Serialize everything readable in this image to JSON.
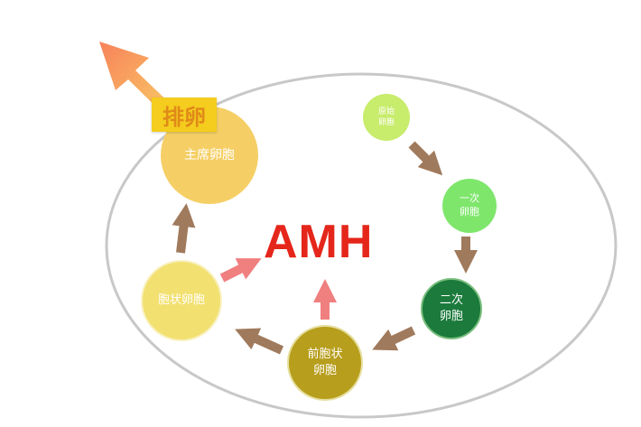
{
  "title": "AMH",
  "ovulation_label": "排卵",
  "stages": [
    {
      "label": "原始\n卵胞",
      "color": "#c8ec6c"
    },
    {
      "label": "一次\n卵胞",
      "color": "#7fe66c"
    },
    {
      "label": "二次\n卵胞",
      "color": "#1b7a3c"
    },
    {
      "label": "前胞状\n卵胞",
      "color": "#b79e1c"
    },
    {
      "label": "胞状卵胞",
      "color": "#f2e070"
    },
    {
      "label": "主席卵胞",
      "color": "#f5cf66"
    }
  ]
}
